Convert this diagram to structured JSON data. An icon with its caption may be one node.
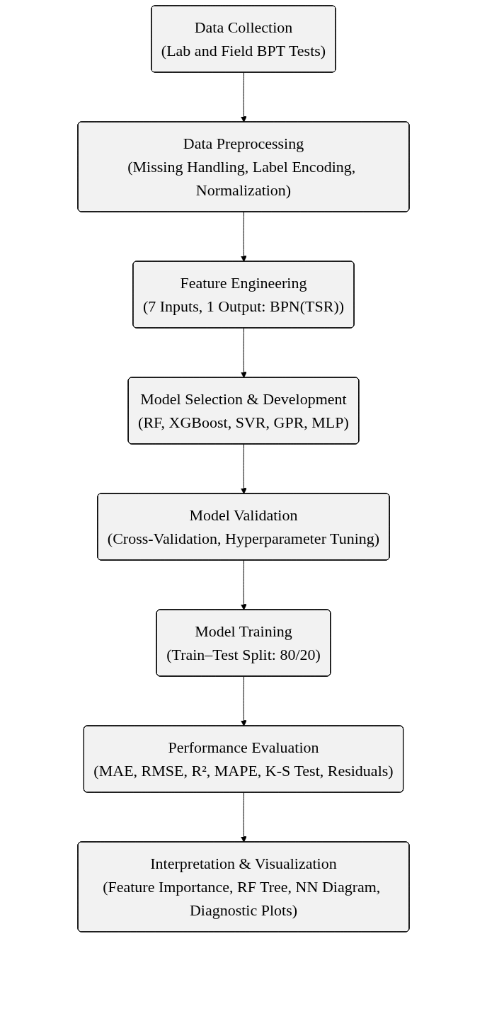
{
  "diagram": {
    "nodes": [
      {
        "text": [
          "Data Collection",
          "(Lab and Field BPT Tests)"
        ]
      },
      {
        "text": [
          "Data Preprocessing",
          "(Missing Handling, Label Encoding, Normalization)"
        ]
      },
      {
        "text": [
          "Feature Engineering",
          "(7 Inputs, 1 Output: BPN(TSR))"
        ]
      },
      {
        "text": [
          "Model Selection & Development",
          "(RF, XGBoost, SVR, GPR, MLP)"
        ]
      },
      {
        "text": [
          "Model Validation",
          "(Cross-Validation, Hyperparameter Tuning)"
        ]
      },
      {
        "text": [
          "Model Training",
          "(Train–Test Split: 80/20)"
        ]
      },
      {
        "text": [
          "Performance Evaluation",
          "(MAE, RMSE, R², MAPE, K-S Test, Residuals)"
        ]
      },
      {
        "text": [
          "Interpretation & Visualization",
          "(Feature Importance, RF Tree, NN Diagram, Diagnostic Plots)"
        ]
      }
    ],
    "edges": [
      {
        "from": 0,
        "to": 1,
        "arrow": "to"
      },
      {
        "from": 1,
        "to": 2,
        "arrow": "to"
      },
      {
        "from": 2,
        "to": 3,
        "arrow": "to"
      },
      {
        "from": 3,
        "to": 4,
        "arrow": "to"
      },
      {
        "from": 4,
        "to": 5,
        "arrow": "to"
      },
      {
        "from": 5,
        "to": 6,
        "arrow": "to"
      },
      {
        "from": 6,
        "to": 7,
        "arrow": "to"
      }
    ]
  }
}
